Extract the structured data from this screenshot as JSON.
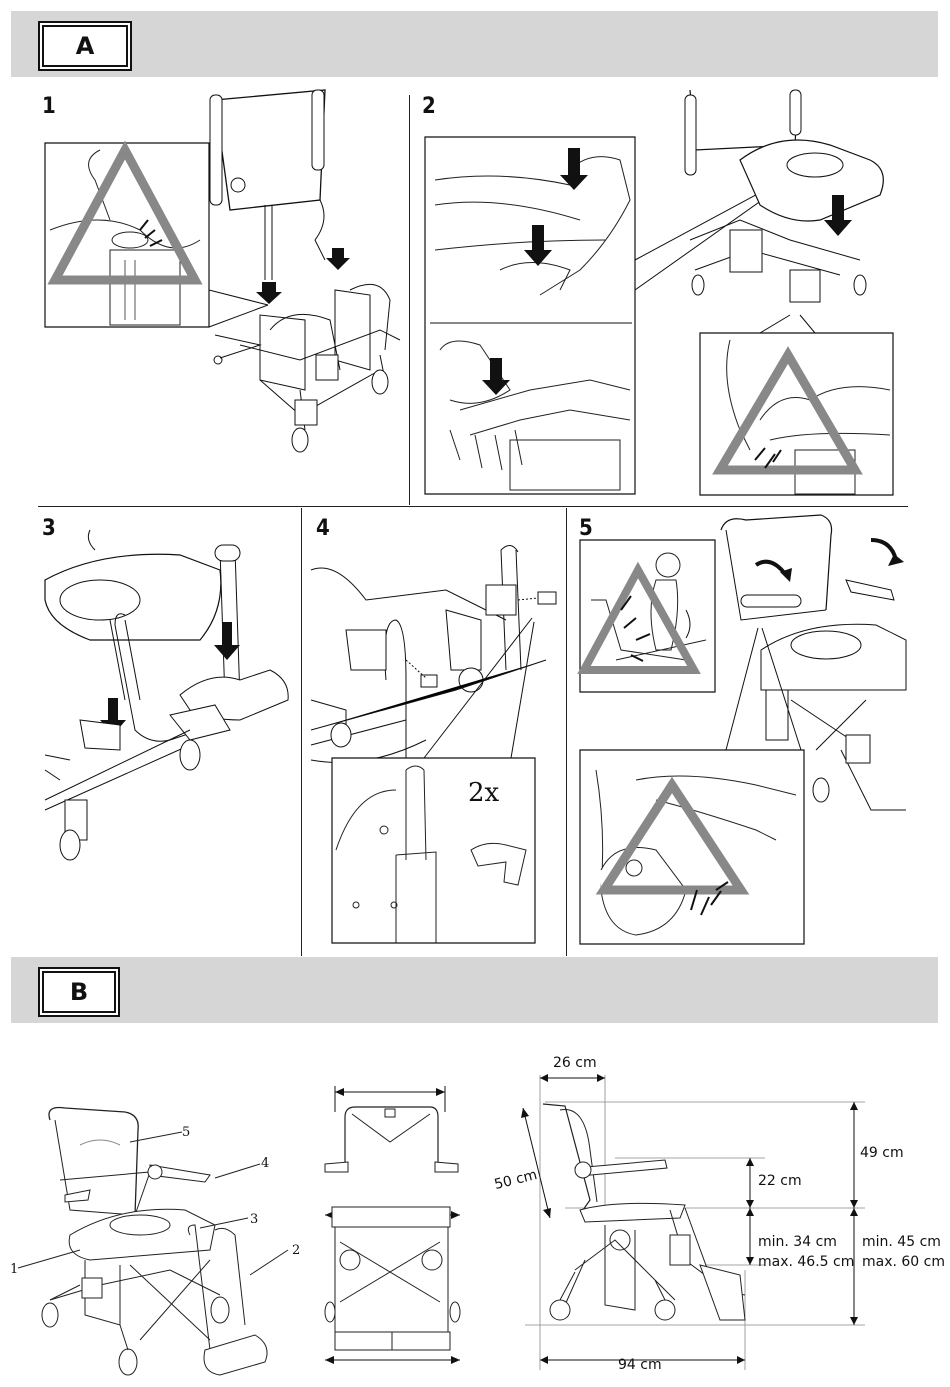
{
  "sections": {
    "a": {
      "label": "A"
    },
    "b": {
      "label": "B"
    }
  },
  "steps": [
    "1",
    "2",
    "3",
    "4",
    "5"
  ],
  "step4": {
    "multiplier": "2x"
  },
  "parts": [
    "1",
    "2",
    "3",
    "4",
    "5"
  ],
  "dimensions": {
    "backrest_offset": "26 cm",
    "backrest_height": "49 cm",
    "armrest_height": "22 cm",
    "backrest_length": "50 cm",
    "seat_height_line1": "min. 34 cm",
    "seat_height_line2": "max. 46.5 cm",
    "total_height_line1": "min. 45 cm",
    "total_height_line2": "max. 60 cm",
    "length": "94 cm"
  }
}
